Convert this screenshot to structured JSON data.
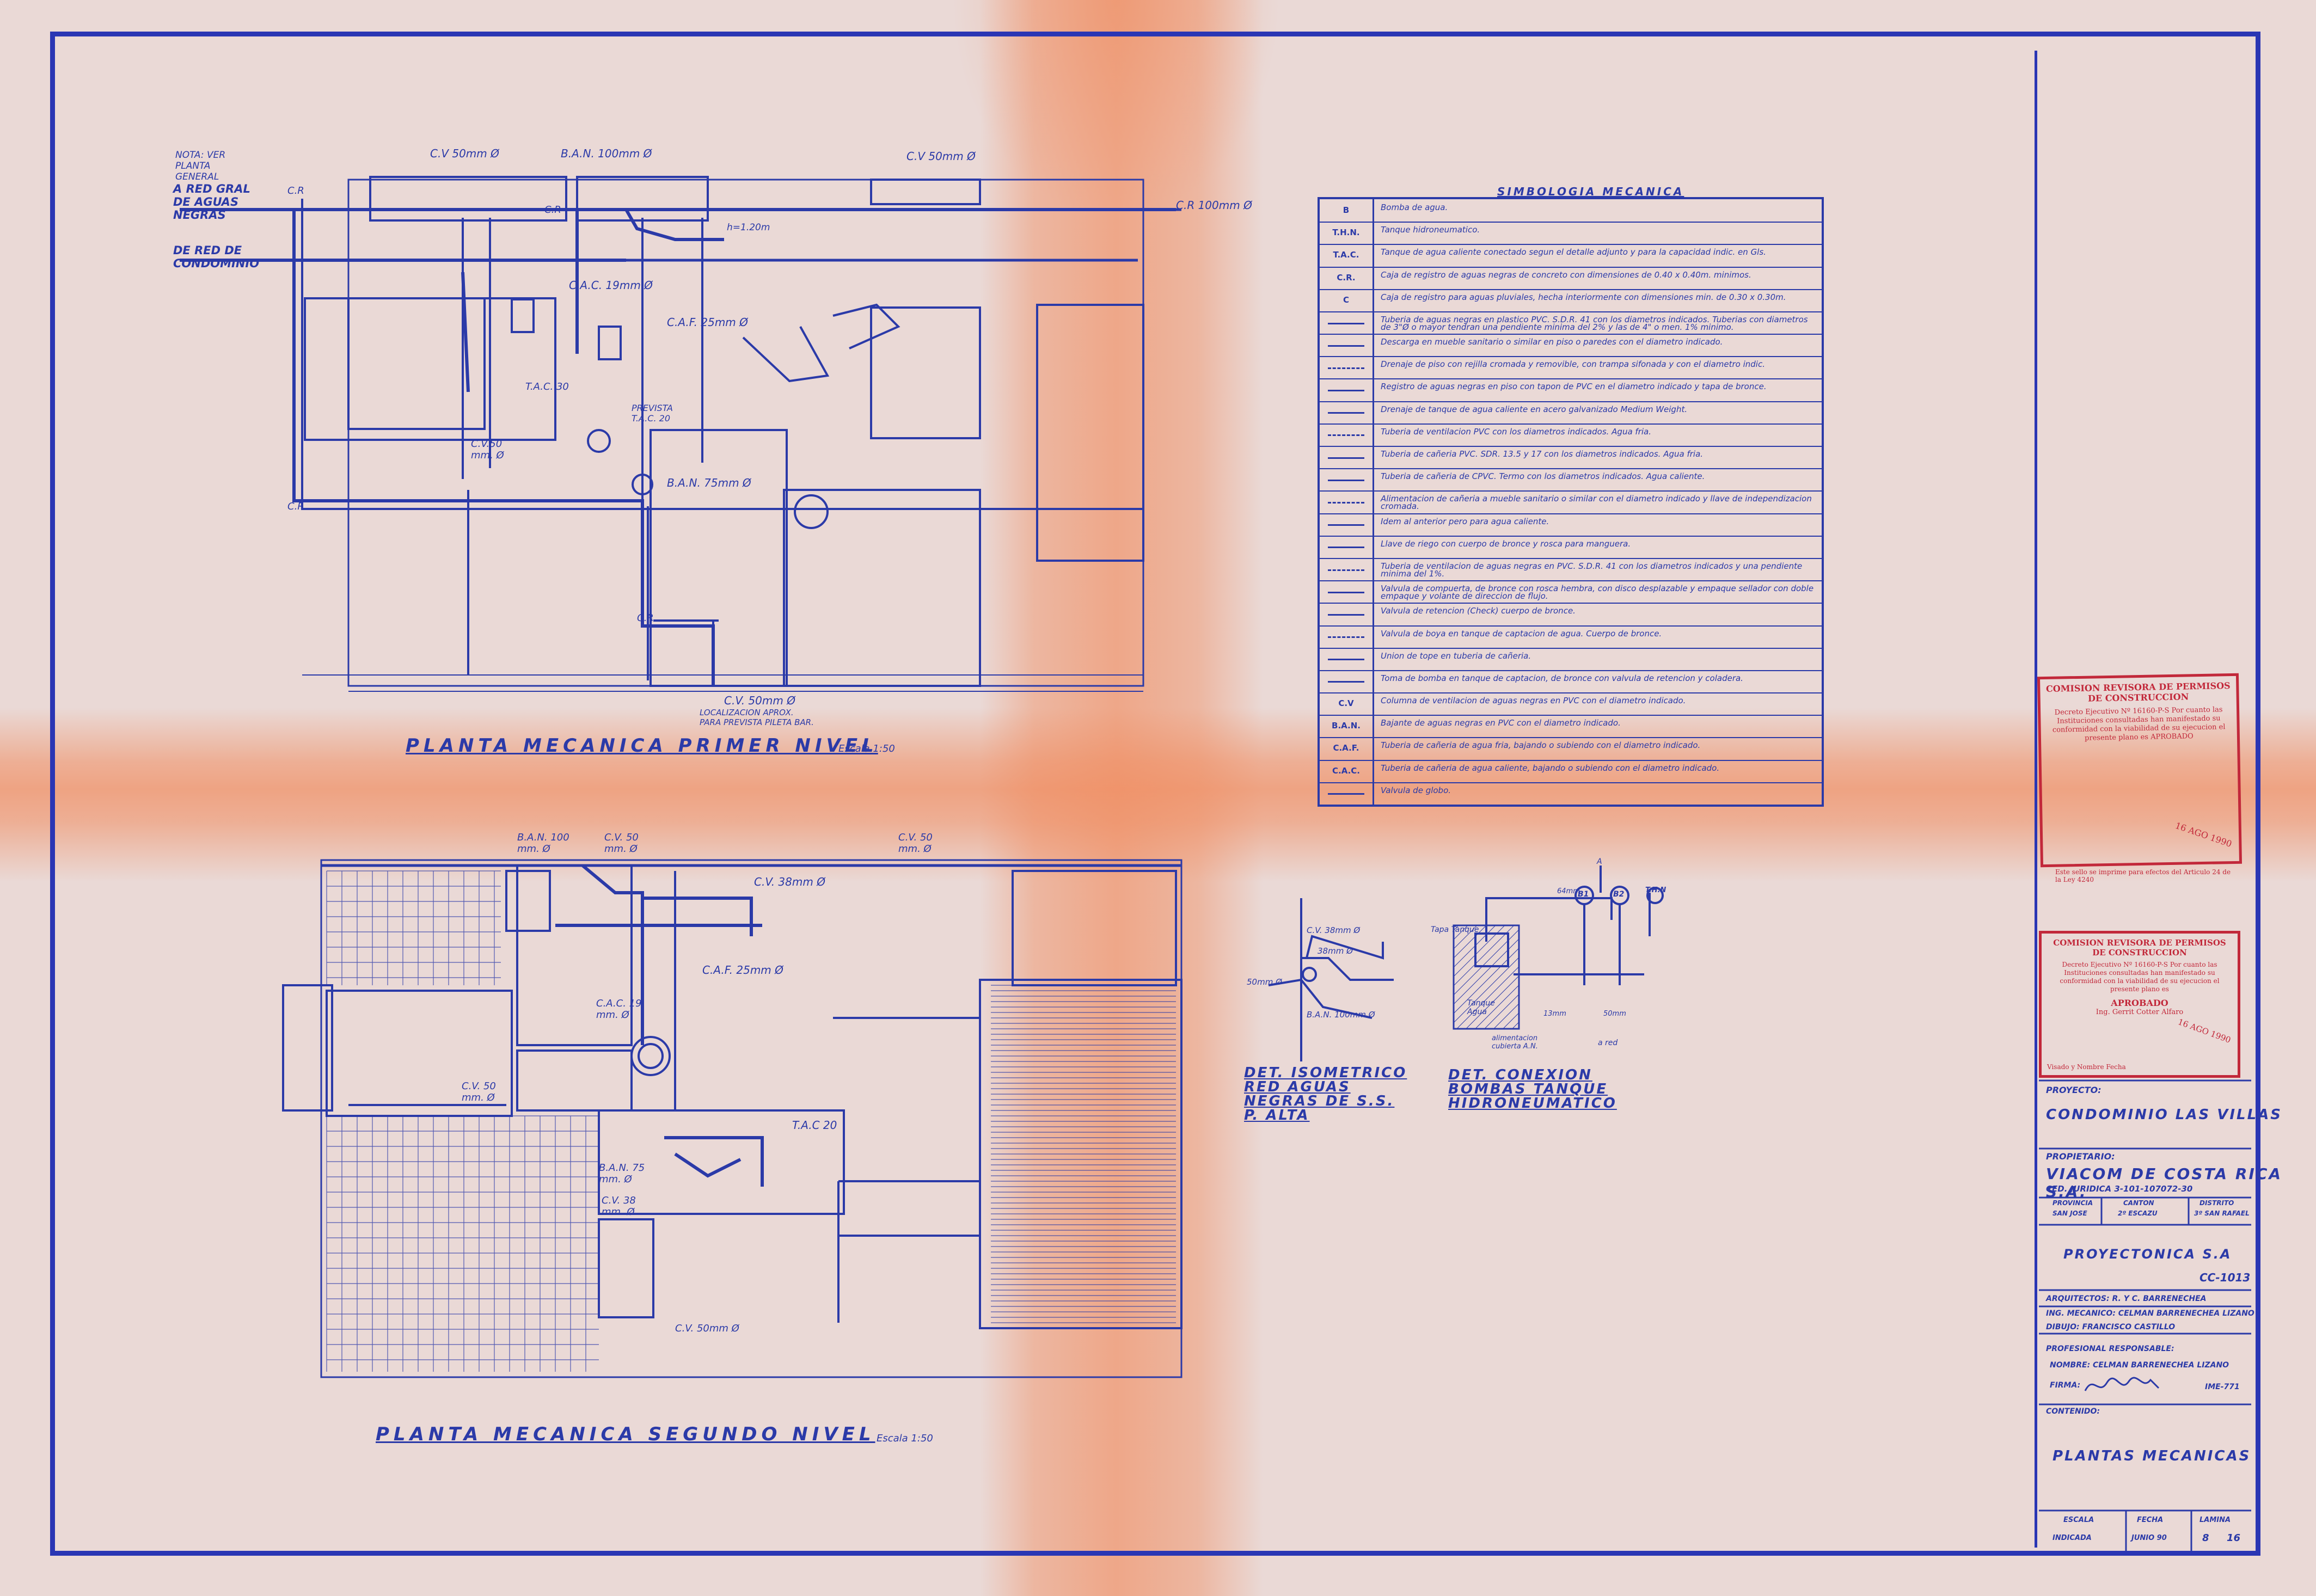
{
  "plan1": {
    "title": "PLANTA MECANICA PRIMER NIVEL",
    "scale": "Escala 1:50",
    "nota": "NOTA: VER PLANTA GENERAL",
    "labels": {
      "red_aguas_negras": "A RED GRAL DE AGUAS NEGRAS",
      "red_condominio": "DE RED DE CONDOMINIO",
      "cv50_a": "C.V 50mm Ø",
      "ban100": "B.A.N. 100mm Ø",
      "cv50_b": "C.V 50mm Ø",
      "cr100": "C.R 100mm Ø",
      "cr1": "C.R",
      "cr2": "C.R",
      "cr3": "C.R",
      "cr4": "C.R",
      "cac19": "C.A.C. 19mm Ø",
      "caf25": "C.A.F. 25mm Ø",
      "tac30": "T.A.C. 30",
      "prevista": "PREVISTA T.A.C. 20",
      "cv50_c": "C.V.50 mm. Ø",
      "ban75": "B.A.N. 75mm Ø",
      "cv50_d": "C.V. 50mm Ø",
      "localizacion": "LOCALIZACION APROX. PARA PREVISTA PILETA BAR.",
      "h120": "h=1.20m"
    }
  },
  "plan2": {
    "title": "PLANTA MECANICA SEGUNDO NIVEL",
    "scale": "Escala 1:50",
    "labels": {
      "ban100": "B.A.N. 100 mm. Ø",
      "cv50_a": "C.V. 50 mm. Ø",
      "cv50_b": "C.V. 50 mm. Ø",
      "cv38": "C.V. 38mm Ø",
      "caf25": "C.A.F. 25mm Ø",
      "cac19": "C.A.C. 19 mm. Ø",
      "cv50_c": "C.V. 50 mm. Ø",
      "tac20": "T.A.C 20",
      "ban75": "B.A.N. 75 mm. Ø",
      "cv38b": "C.V. 38 mm. Ø",
      "cv50_d": "C.V. 50mm Ø"
    }
  },
  "details": {
    "iso_title": "DET. ISOMETRICO RED AGUAS NEGRAS DE S.S. P. ALTA",
    "bombas_title": "DET. CONEXION BOMBAS TANQUE HIDRONEUMATICO",
    "iso_labels": {
      "cv": "C.V. 38mm Ø",
      "a": "50mm Ø",
      "b": "38mm Ø",
      "ban": "B.A.N. 100mm Ø"
    },
    "bombas_labels": {
      "b1": "B1",
      "b2": "B2",
      "thn": "T.H.N",
      "a": "A",
      "tapa": "Tapa Tanque",
      "tanque": "Tanque Agua",
      "alim": "alimentacion cubierta A.N.",
      "red": "a red",
      "m1": "64mm",
      "m2": "13mm",
      "m3": "50mm"
    }
  },
  "simbologia": {
    "title": "SIMBOLOGIA MECANICA",
    "rows": [
      {
        "sym": "B",
        "desc": "Bomba de agua."
      },
      {
        "sym": "T.H.N.",
        "desc": "Tanque hidroneumatico."
      },
      {
        "sym": "T.A.C.",
        "desc": "Tanque de agua caliente conectado segun el detalle adjunto y para la capacidad indic. en Gls."
      },
      {
        "sym": "C.R.",
        "desc": "Caja de registro de aguas negras de concreto con dimensiones de 0.40 x 0.40m. minimos."
      },
      {
        "sym": "C",
        "desc": "Caja de registro para aguas pluviales, hecha interiormente con dimensiones min. de 0.30 x 0.30m."
      },
      {
        "sym": "",
        "desc": "Tuberia de aguas negras en plastico PVC. S.D.R. 41 con los diametros indicados. Tuberias con diametros de 3\"Ø o mayor tendran una pendiente minima del 2% y las de 4\" o men. 1% minimo."
      },
      {
        "sym": "",
        "desc": "Descarga en mueble sanitario o similar en piso o paredes con el diametro indicado."
      },
      {
        "sym": "",
        "desc": "Drenaje de piso con rejilla cromada y removible, con trampa sifonada y con el diametro indic."
      },
      {
        "sym": "",
        "desc": "Registro de aguas negras en piso con tapon de PVC en el diametro indicado y tapa de bronce."
      },
      {
        "sym": "",
        "desc": "Drenaje de tanque de agua caliente en acero galvanizado Medium Weight."
      },
      {
        "sym": "",
        "desc": "Tuberia de ventilacion PVC con los diametros indicados. Agua fria."
      },
      {
        "sym": "",
        "desc": "Tuberia de cañeria PVC. SDR. 13.5 y 17 con los diametros indicados. Agua fria."
      },
      {
        "sym": "",
        "desc": "Tuberia de cañeria de CPVC. Termo con los diametros indicados. Agua caliente."
      },
      {
        "sym": "",
        "desc": "Alimentacion de cañeria a mueble sanitario o similar con el diametro indicado y llave de independizacion cromada."
      },
      {
        "sym": "",
        "desc": "Idem al anterior pero para agua caliente."
      },
      {
        "sym": "",
        "desc": "Llave de riego con cuerpo de bronce y rosca para manguera."
      },
      {
        "sym": "",
        "desc": "Tuberia de ventilacion de aguas negras en PVC. S.D.R. 41 con los diametros indicados y una pendiente minima del 1%."
      },
      {
        "sym": "",
        "desc": "Valvula de compuerta, de bronce con rosca hembra, con disco desplazable y empaque sellador con doble empaque y volante de direccion de flujo."
      },
      {
        "sym": "",
        "desc": "Valvula de retencion (Check) cuerpo de bronce."
      },
      {
        "sym": "",
        "desc": "Valvula de boya en tanque de captacion de agua. Cuerpo de bronce."
      },
      {
        "sym": "",
        "desc": "Union de tope en tuberia de cañeria."
      },
      {
        "sym": "",
        "desc": "Toma de bomba en tanque de captacion, de bronce con valvula de retencion y coladera."
      },
      {
        "sym": "C.V",
        "desc": "Columna de ventilacion de aguas negras en PVC con el diametro indicado."
      },
      {
        "sym": "B.A.N.",
        "desc": "Bajante de aguas negras en PVC con el diametro indicado."
      },
      {
        "sym": "C.A.F.",
        "desc": "Tuberia de cañeria de agua fria, bajando o subiendo con el diametro indicado."
      },
      {
        "sym": "C.A.C.",
        "desc": "Tuberia de cañeria de agua caliente, bajando o subiendo con el diametro indicado."
      },
      {
        "sym": "",
        "desc": "Valvula de globo."
      }
    ]
  },
  "stamps": {
    "s1_title": "COMISION REVISORA DE PERMISOS DE CONSTRUCCION",
    "s1_body": "Decreto Ejecutivo Nº 16160-P-S Por cuanto las Instituciones consultadas han manifestado su conformidad con la viabilidad de su ejecucion el presente plano es APROBADO",
    "s1_date": "16 AGO 1990",
    "s2_note": "Este sello se imprime para efectos del Articulo 24 de la Ley 4240",
    "s3_title": "COMISION REVISORA DE PERMISOS DE CONSTRUCCION",
    "s3_body": "Decreto Ejecutivo Nº 16160-P-S Por cuanto las Instituciones consultadas han manifestado su conformidad con la viabilidad de su ejecucion el presente plano es",
    "s3_aprobado": "APROBADO",
    "s3_name": "Ing. Gerrit Cotter Alfaro",
    "s3_date": "16 AGO 1990",
    "s3_foot": "Visado y Nombre        Fecha"
  },
  "title_block": {
    "proyecto_label": "PROYECTO:",
    "proyecto": "CONDOMINIO LAS VILLAS",
    "propietario_label": "PROPIETARIO:",
    "propietario": "VIACOM DE COSTA RICA S.A.",
    "cedula": "CED. JURIDICA 3-101-107072-30",
    "provincia_label": "PROVINCIA",
    "provincia": "SAN JOSE",
    "canton_label": "CANTON",
    "canton": "2º ESCAZU",
    "distrito_label": "DISTRITO",
    "distrito": "3º SAN RAFAEL",
    "firma_proyecto": "PROYECTONICA S.A",
    "codigo": "CC-1013",
    "arquitectos": "ARQUITECTOS: R. Y C. BARRENECHEA",
    "ing_mecanico": "ING. MECANICO: CELMAN BARRENECHEA LIZANO",
    "dibujo": "DIBUJO: FRANCISCO CASTILLO",
    "profesional_label": "PROFESIONAL RESPONSABLE:",
    "nombre": "NOMBRE: CELMAN BARRENECHEA LIZANO",
    "firma_label": "FIRMA:",
    "registro": "IME-771",
    "contenido_label": "CONTENIDO:",
    "contenido": "PLANTAS MECANICAS",
    "escala_label": "ESCALA",
    "escala": "INDICADA",
    "fecha_label": "FECHA",
    "fecha": "JUNIO 90",
    "lamina_label": "LAMINA",
    "lamina": "8",
    "lamina_total": "16"
  },
  "colors": {
    "ink": "#2b3aa8",
    "border": "#2a36b4",
    "stamp": "#c2283a",
    "paper": "#ead9d6",
    "fold": "#f08c5f"
  }
}
